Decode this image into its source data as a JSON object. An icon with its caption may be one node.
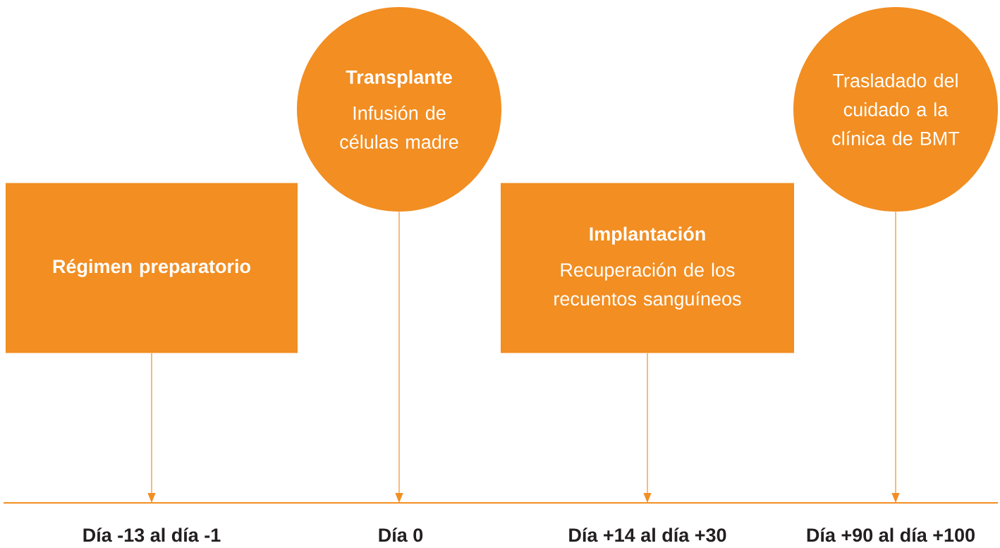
{
  "diagram": {
    "nodes": [
      {
        "text": [
          "Régimen preparatorio"
        ]
      },
      {
        "text": [
          "Transplante",
          "Infusión de células madre"
        ]
      },
      {
        "text": [
          "Implantación",
          "Recuperación de los recuentos sanguíneos"
        ]
      },
      {
        "text": [
          "Trasladado del cuidado a la clínica de BMT"
        ]
      }
    ],
    "edges": [
      {
        "from": 0,
        "to": null,
        "arrow": "to"
      },
      {
        "from": 1,
        "to": null,
        "arrow": "to"
      },
      {
        "from": 2,
        "to": null,
        "arrow": "to"
      },
      {
        "from": 3,
        "to": null,
        "arrow": "to"
      }
    ],
    "labels": [
      "Día -13 al día -1",
      "Día  0",
      "Día  +14 al día +30",
      "Día  +90 al día +100"
    ]
  }
}
